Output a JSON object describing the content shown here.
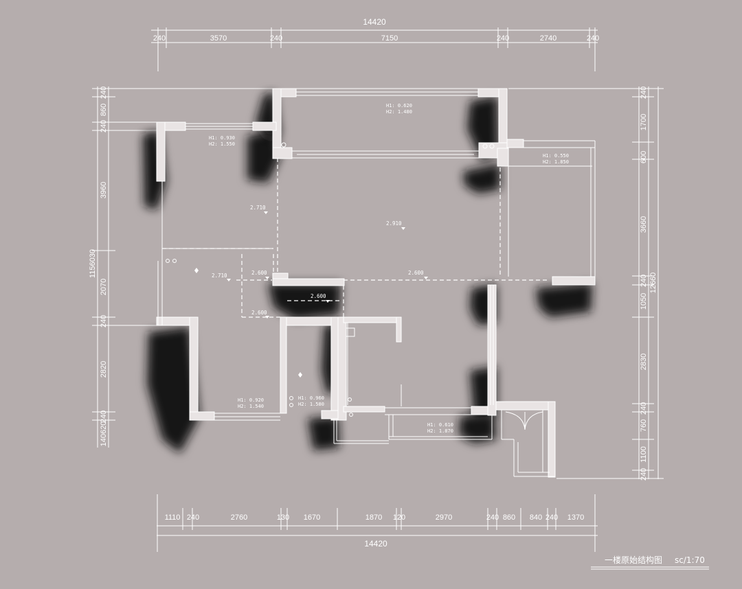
{
  "dimensions": {
    "top_total": "14420",
    "top": [
      "240",
      "3570",
      "240",
      "7150",
      "240",
      "2740",
      "240"
    ],
    "bottom_total": "14420",
    "bottom": [
      "1110",
      "240",
      "2760",
      "130",
      "1670",
      "1870",
      "120",
      "2970",
      "240",
      "860",
      "840",
      "240",
      "1370"
    ],
    "left": [
      "240",
      "860",
      "240",
      "3960",
      "2070",
      "240",
      "2820",
      "240",
      "140620"
    ],
    "left_total": "1156030",
    "right": [
      "240",
      "1700",
      "600",
      "3660",
      "240",
      "1050",
      "2830",
      "240",
      "760",
      "1100",
      "240"
    ],
    "right_total": "12660"
  },
  "windows": [
    {
      "h1": "H1: 0.620",
      "h2": "H2: 1.480"
    },
    {
      "h1": "H1: 0.930",
      "h2": "H2: 1.550"
    },
    {
      "h1": "H1: 0.550",
      "h2": "H2: 1.850"
    },
    {
      "h1": "H1: 0.920",
      "h2": "H2: 1.540"
    },
    {
      "h1": "H1: 0.960",
      "h2": "H2: 1.580"
    },
    {
      "h1": "H1: 0.610",
      "h2": "H2: 1.870"
    }
  ],
  "ceilings": [
    "2.710",
    "2.910",
    "2.710",
    "2.600",
    "2.600",
    "2.600",
    "2.600"
  ],
  "title": "一楼原始结构图",
  "scale": "sc/1:70"
}
